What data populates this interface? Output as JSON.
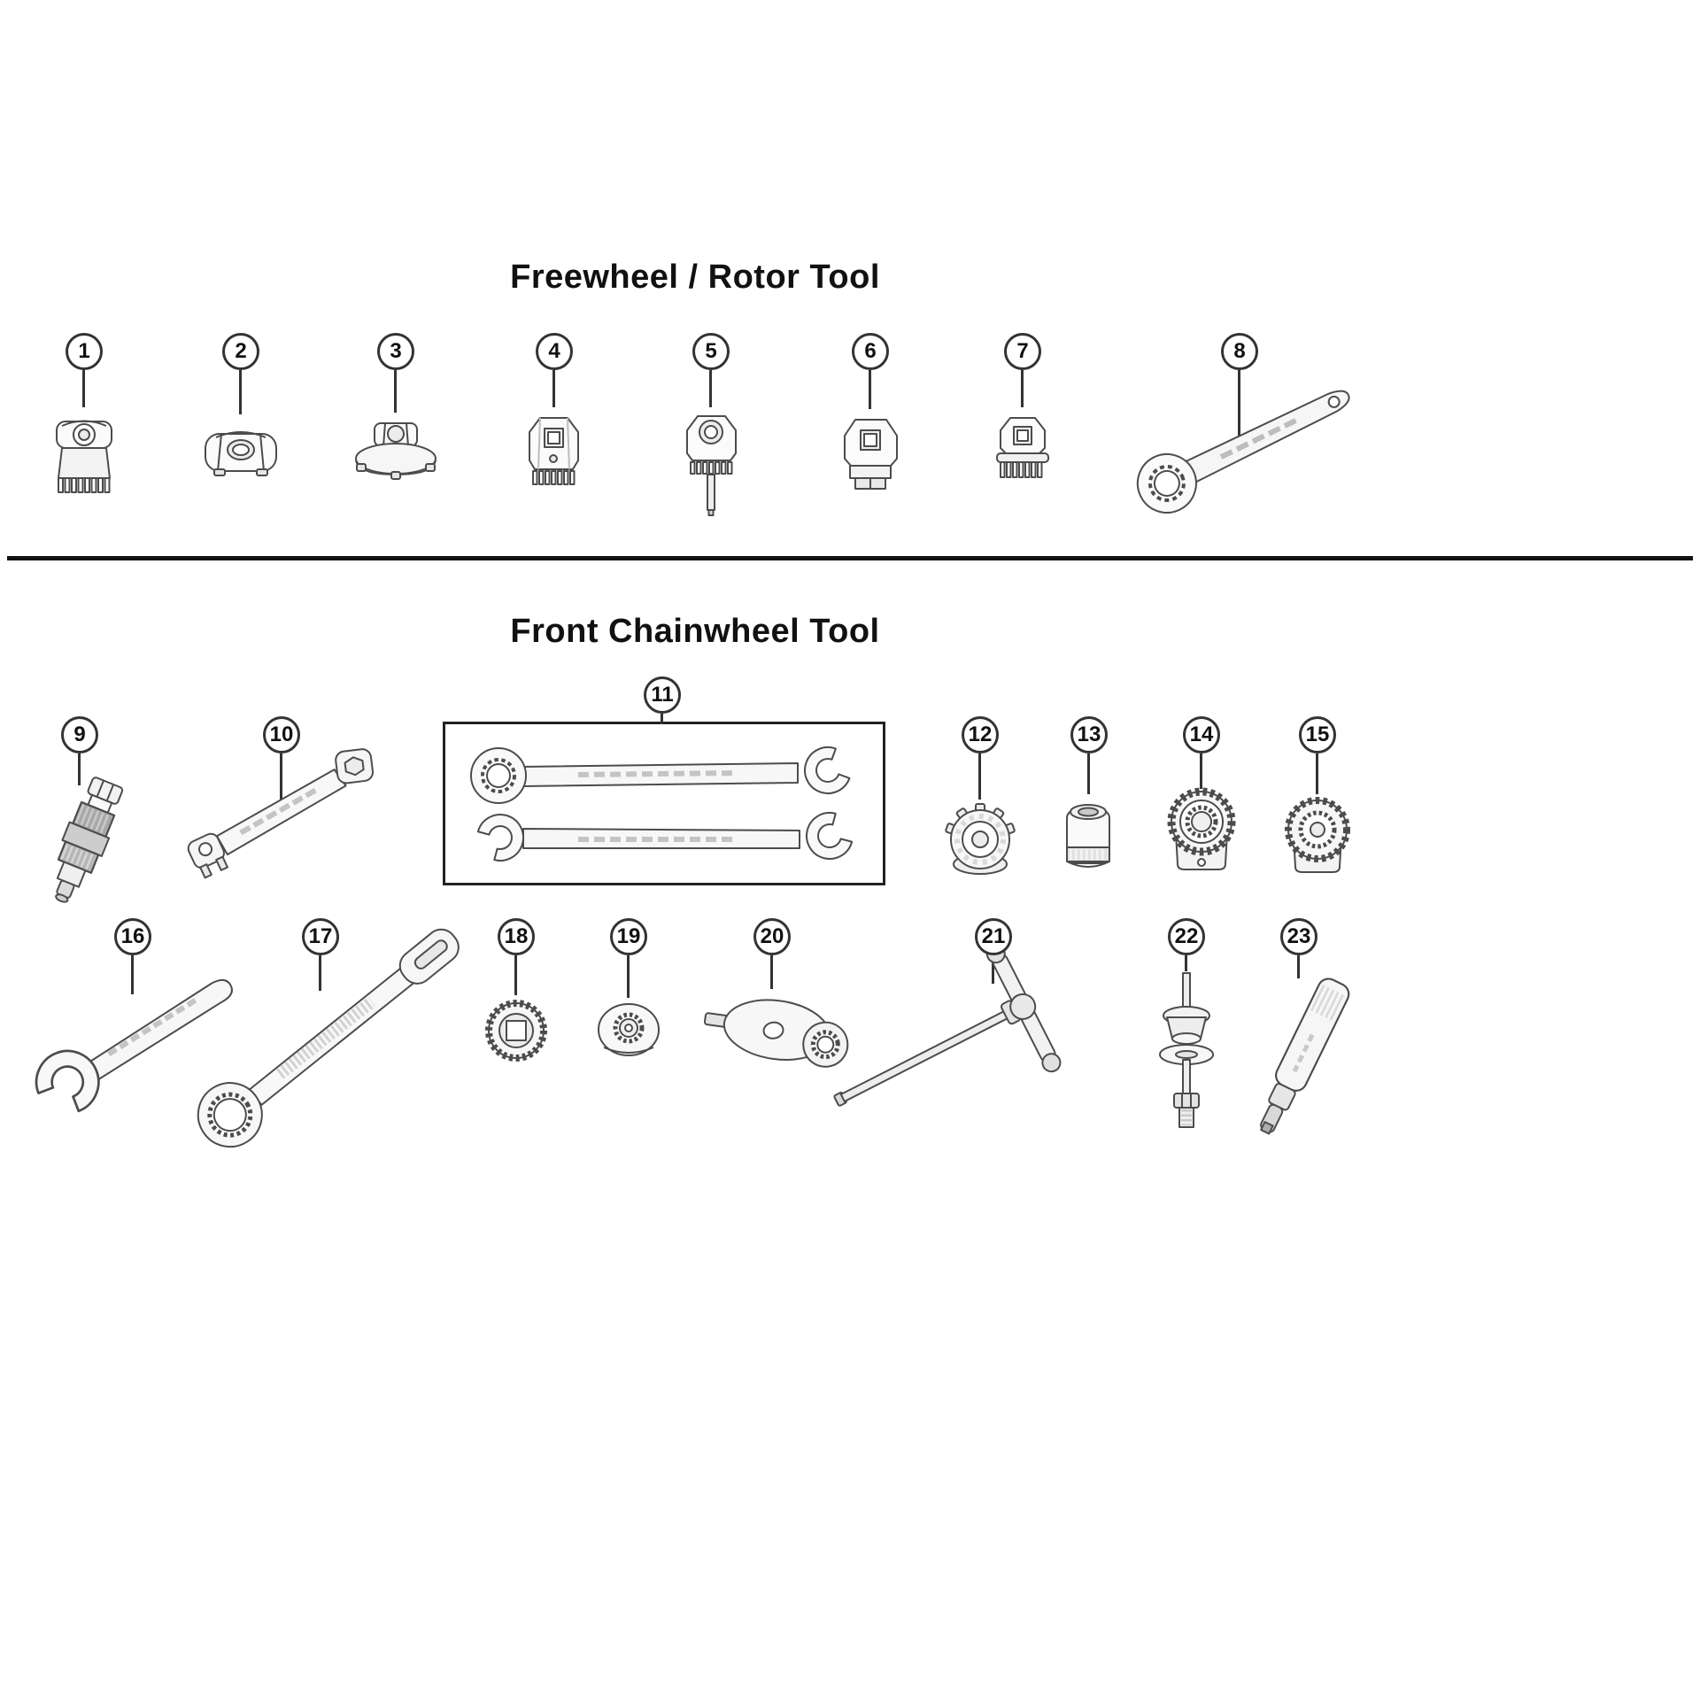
{
  "page": {
    "background": "#ffffff",
    "divider_color": "#111111",
    "line_color": "#4c4c4c"
  },
  "sections": [
    {
      "title": "Freewheel / Rotor Tool",
      "items": [
        {
          "number": "1",
          "icon": "sprocket-remover-icon"
        },
        {
          "number": "2",
          "icon": "lockring-nut-icon"
        },
        {
          "number": "3",
          "icon": "flanged-lockring-nut-icon"
        },
        {
          "number": "4",
          "icon": "cassette-lockring-tool-icon"
        },
        {
          "number": "5",
          "icon": "lockring-tool-guide-pin-icon"
        },
        {
          "number": "6",
          "icon": "lockring-socket-icon"
        },
        {
          "number": "7",
          "icon": "freewheel-remover-icon"
        },
        {
          "number": "8",
          "icon": "lockring-spanner-wrench-icon"
        }
      ]
    },
    {
      "title": "Front Chainwheel Tool",
      "items": [
        {
          "number": "9",
          "icon": "crank-puller-icon"
        },
        {
          "number": "10",
          "icon": "pin-spanner-wrench-icon"
        },
        {
          "number": "11",
          "icon": "cone-wrench-set-icon"
        },
        {
          "number": "12",
          "icon": "crank-cap-tool-icon"
        },
        {
          "number": "13",
          "icon": "socket-adapter-icon"
        },
        {
          "number": "14",
          "icon": "bottom-bracket-cup-tool-icon"
        },
        {
          "number": "15",
          "icon": "bottom-bracket-cup-tool-icon"
        },
        {
          "number": "16",
          "icon": "open-end-wrench-icon"
        },
        {
          "number": "17",
          "icon": "box-end-wrench-icon"
        },
        {
          "number": "18",
          "icon": "adapter-remover-icon"
        },
        {
          "number": "19",
          "icon": "dust-cap-tool-icon"
        },
        {
          "number": "20",
          "icon": "double-socket-wrench-icon"
        },
        {
          "number": "21",
          "icon": "t-handle-hex-wrench-icon"
        },
        {
          "number": "22",
          "icon": "crank-axle-tool-icon"
        },
        {
          "number": "23",
          "icon": "extension-handle-icon"
        }
      ]
    }
  ]
}
